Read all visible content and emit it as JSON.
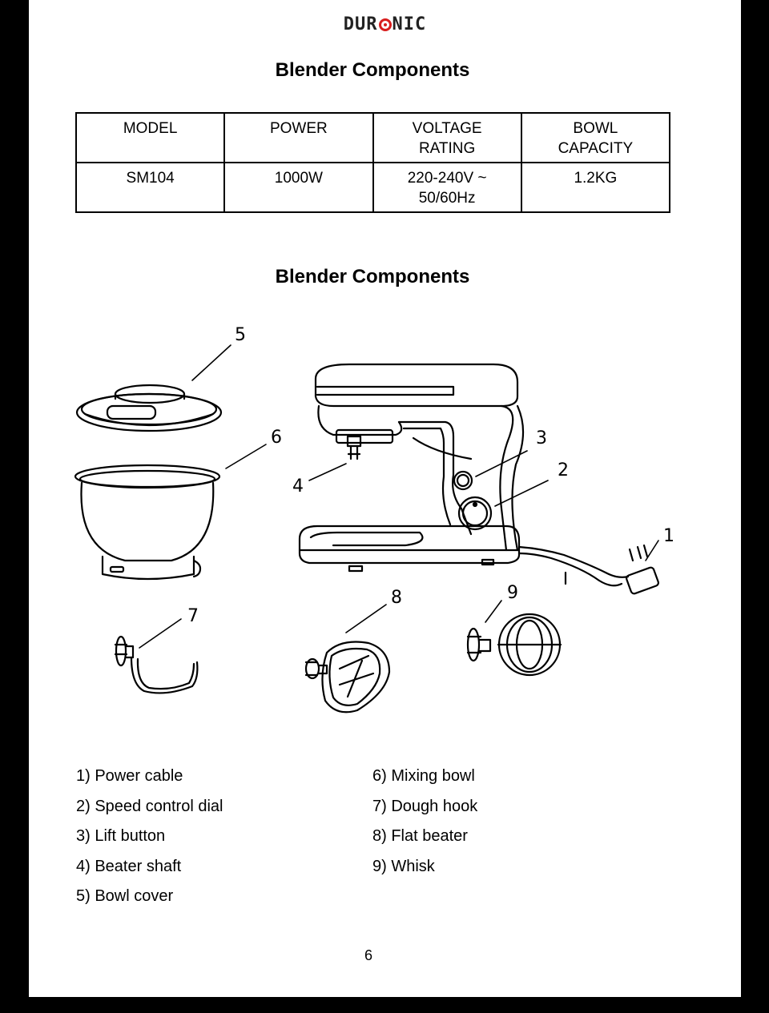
{
  "brand": {
    "prefix": "DUR",
    "suffix": "NIC"
  },
  "titles": {
    "table": "Blender Components",
    "diagram": "Blender Components"
  },
  "spec_table": {
    "headers": [
      "MODEL",
      "POWER",
      "VOLTAGE RATING",
      "BOWL CAPACITY"
    ],
    "row": [
      "SM104",
      "1000W",
      "220-240V ~ 50/60Hz",
      "1.2KG"
    ]
  },
  "callouts": [
    "1",
    "2",
    "3",
    "4",
    "5",
    "6",
    "7",
    "8",
    "9"
  ],
  "components_left": [
    "1) Power cable",
    "2) Speed control dial",
    "3) Lift button",
    "4) Beater shaft",
    "5) Bowl cover"
  ],
  "components_right": [
    "6) Mixing bowl",
    "7) Dough hook",
    "8) Flat beater",
    "9) Whisk"
  ],
  "page_number": "6"
}
